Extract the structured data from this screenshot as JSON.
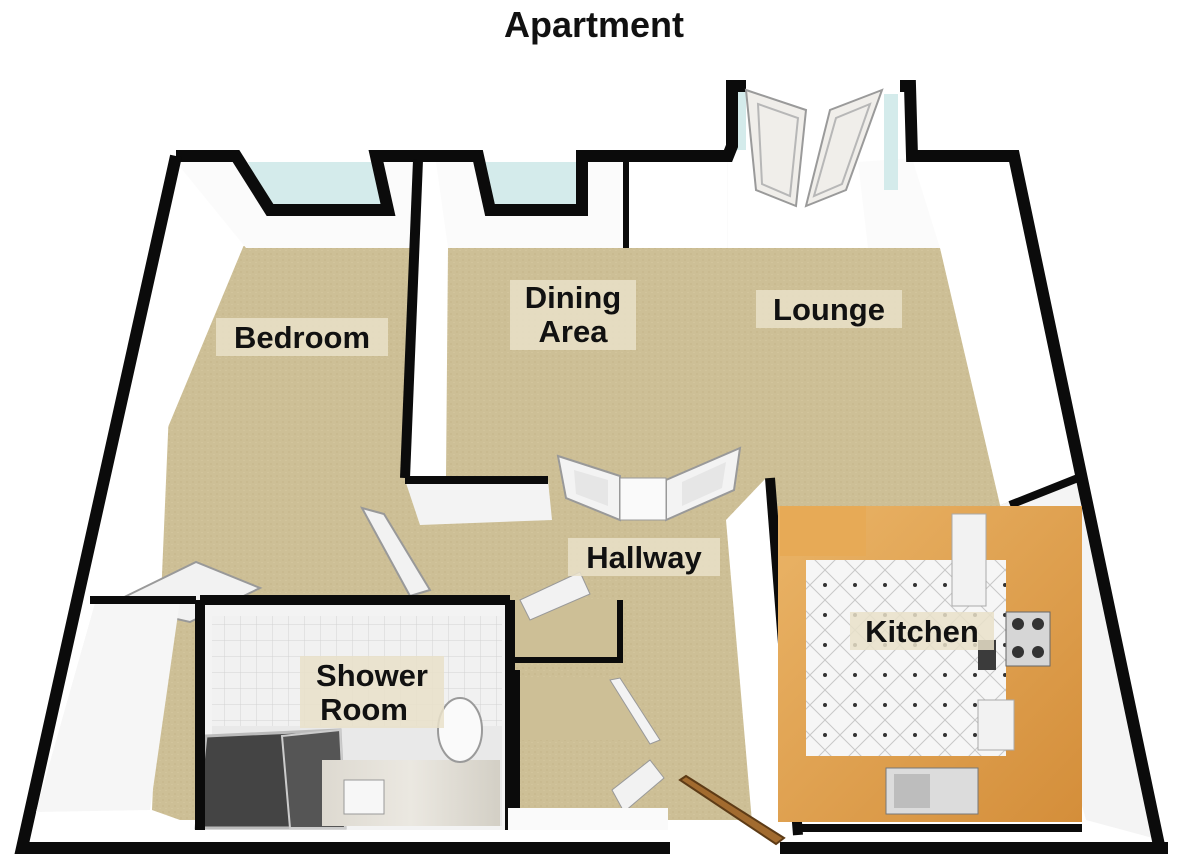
{
  "title": "Apartment",
  "rooms": {
    "bedroom": "Bedroom",
    "dining_line1": "Dining",
    "dining_line2": "Area",
    "lounge": "Lounge",
    "hallway": "Hallway",
    "kitchen": "Kitchen",
    "shower_line1": "Shower",
    "shower_line2": "Room"
  },
  "colors": {
    "floor": "#cdbf96",
    "wall_top": "#0b0b0b",
    "wall_face": "#ffffff",
    "wall_shade": "#e4e4e4",
    "kitchen_worktop": "#e1a24c",
    "kitchen_floor": "#f4f4f4",
    "tile": "#eeeeee",
    "window": "#cfe7e7"
  }
}
